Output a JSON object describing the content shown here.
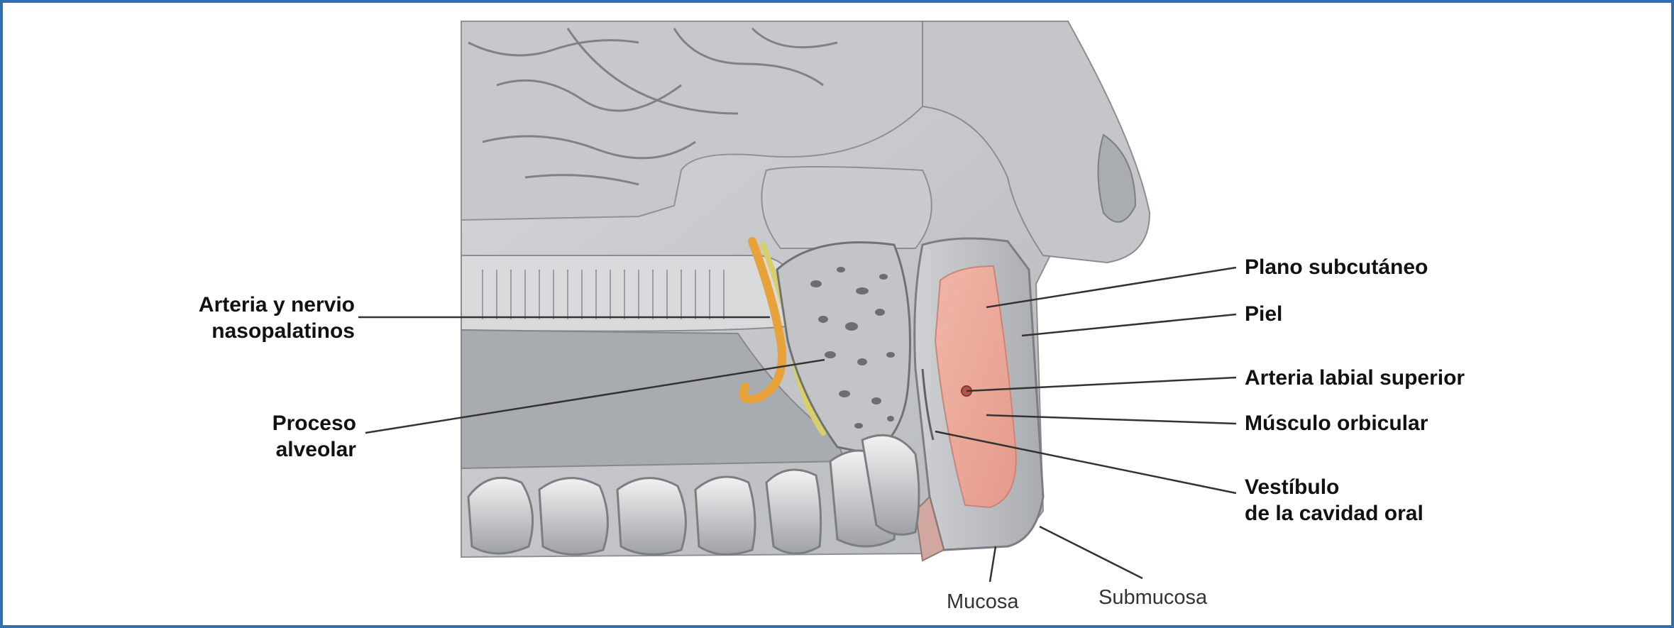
{
  "labels": {
    "nasopalatine": [
      "Arteria y nervio",
      "nasopalatinos"
    ],
    "alveolar": [
      "Proceso",
      "alveolar"
    ],
    "subcutaneous": "Plano subcutáneo",
    "skin": "Piel",
    "labial_artery": "Arteria labial superior",
    "orbicular": "Músculo orbicular",
    "vestibule": [
      "Vestíbulo",
      "de la cavidad oral"
    ],
    "mucosa": "Mucosa",
    "submucosa": "Submucosa"
  },
  "colors": {
    "frame": "#2f6fb2",
    "tissue_gray": "#bfc2c6",
    "muscle_pink": "#e9a89b",
    "nerve_orange": "#e8a23a",
    "nerve_yellow": "#d9cf6a"
  }
}
